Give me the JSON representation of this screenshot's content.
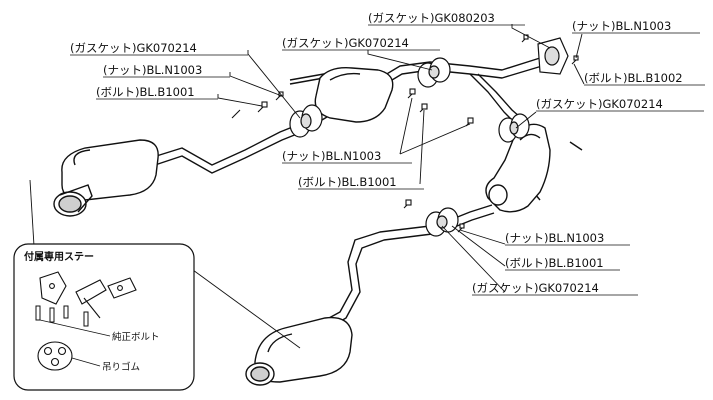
{
  "diagram": {
    "labels": {
      "gasket_gk070214_top_left": "(ガスケット)GK070214",
      "nut_bl_n1003_left": "(ナット)BL.N1003",
      "bolt_bl_b1001_left": "(ボルト)BL.B1001",
      "gasket_gk070214_top_mid": "(ガスケット)GK070214",
      "gasket_gk080203": "(ガスケット)GK080203",
      "nut_bl_n1003_top_right": "(ナット)BL.N1003",
      "bolt_bl_b1002": "(ボルト)BL.B1002",
      "gasket_gk070214_right": "(ガスケット)GK070214",
      "nut_bl_n1003_mid": "(ナット)BL.N1003",
      "bolt_bl_b1001_mid": "(ボルト)BL.B1001",
      "nut_bl_n1003_lower": "(ナット)BL.N1003",
      "bolt_bl_b1001_lower": "(ボルト)BL.B1001",
      "gasket_gk070214_lower": "(ガスケット)GK070214"
    },
    "inset": {
      "title": "付属専用ステー",
      "stock_bolt": "純正ボルト",
      "hanger_rubber": "吊りゴム"
    }
  }
}
